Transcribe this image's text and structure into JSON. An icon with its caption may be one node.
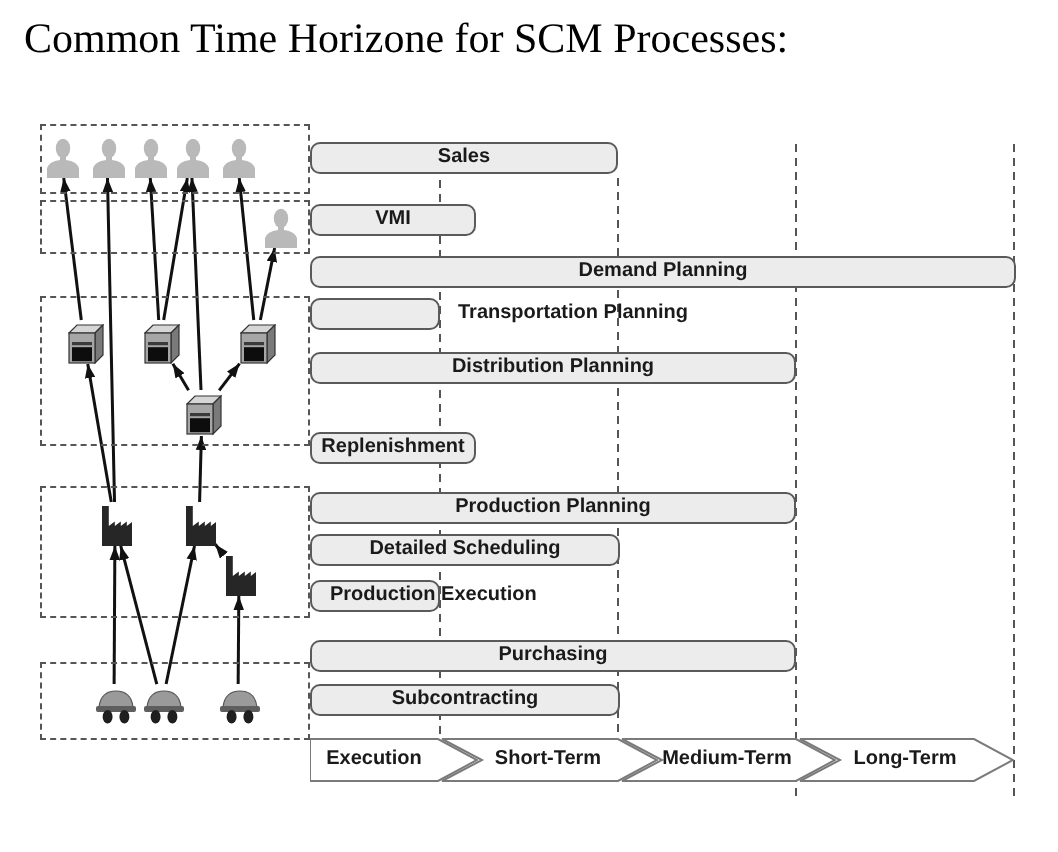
{
  "diagram": {
    "title": "Common Time Horizone for SCM Processes:",
    "nodes": [
      {
        "text": [],
        "shape": "box"
      },
      {
        "text": [],
        "shape": "person",
        "in": 0
      },
      {
        "text": [],
        "shape": "person",
        "in": 0
      },
      {
        "text": [],
        "shape": "person",
        "in": 0
      },
      {
        "text": [],
        "shape": "person",
        "in": 0
      },
      {
        "text": [],
        "shape": "person",
        "in": 0
      },
      {
        "text": [],
        "shape": "box"
      },
      {
        "text": [],
        "shape": "person",
        "in": 6
      },
      {
        "text": [],
        "shape": "box"
      },
      {
        "text": [],
        "shape": "picture",
        "in": 8
      },
      {
        "text": [],
        "shape": "picture",
        "in": 8
      },
      {
        "text": [],
        "shape": "picture",
        "in": 8
      },
      {
        "text": [],
        "shape": "picture",
        "in": 8
      },
      {
        "text": [],
        "shape": "box"
      },
      {
        "text": [],
        "shape": "picture",
        "in": 13
      },
      {
        "text": [],
        "shape": "picture",
        "in": 13
      },
      {
        "text": [],
        "shape": "picture",
        "in": 13
      },
      {
        "text": [],
        "shape": "box"
      },
      {
        "text": [],
        "shape": "picture",
        "in": 17
      },
      {
        "text": [],
        "shape": "picture",
        "in": 17
      },
      {
        "text": [],
        "shape": "picture",
        "in": 17
      },
      {
        "text": [
          "Sales"
        ]
      },
      {
        "text": [
          "VMI"
        ]
      },
      {
        "text": [
          "Demand Planning"
        ]
      },
      {
        "text": [
          "Transportation Planning"
        ]
      },
      {
        "text": [
          "Distribution Planning"
        ]
      },
      {
        "text": [
          "Replenishment"
        ]
      },
      {
        "text": [
          "Production Planning"
        ]
      },
      {
        "text": [
          "Detailed Scheduling"
        ]
      },
      {
        "text": [
          "Production Execution"
        ]
      },
      {
        "text": [
          "Purchasing"
        ]
      },
      {
        "text": [
          "Subcontracting"
        ]
      },
      {
        "text": [
          "Execution"
        ]
      },
      {
        "text": [
          "Short-Term"
        ]
      },
      {
        "text": [
          "Medium-Term"
        ]
      },
      {
        "text": [
          "Long-Term"
        ]
      }
    ],
    "edges": [
      {
        "from": 9,
        "to": 1,
        "arrow": "to"
      },
      {
        "from": 10,
        "to": 3,
        "arrow": "to"
      },
      {
        "from": 10,
        "to": 4,
        "arrow": "to"
      },
      {
        "from": 11,
        "to": 5,
        "arrow": "to"
      },
      {
        "from": 11,
        "to": 7,
        "arrow": "to"
      },
      {
        "from": 14,
        "to": 2,
        "arrow": "to"
      },
      {
        "from": 14,
        "to": 9,
        "arrow": "to"
      },
      {
        "from": 12,
        "to": 4,
        "arrow": "to"
      },
      {
        "from": 12,
        "to": 10,
        "arrow": "to"
      },
      {
        "from": 12,
        "to": 11,
        "arrow": "to"
      },
      {
        "from": 15,
        "to": 12,
        "arrow": "to"
      },
      {
        "from": 16,
        "to": 15,
        "arrow": "to"
      },
      {
        "from": 18,
        "to": 14,
        "arrow": "to"
      },
      {
        "from": 19,
        "to": 14,
        "arrow": "to"
      },
      {
        "from": 19,
        "to": 15,
        "arrow": "to"
      },
      {
        "from": 20,
        "to": 16,
        "arrow": "to"
      }
    ]
  }
}
